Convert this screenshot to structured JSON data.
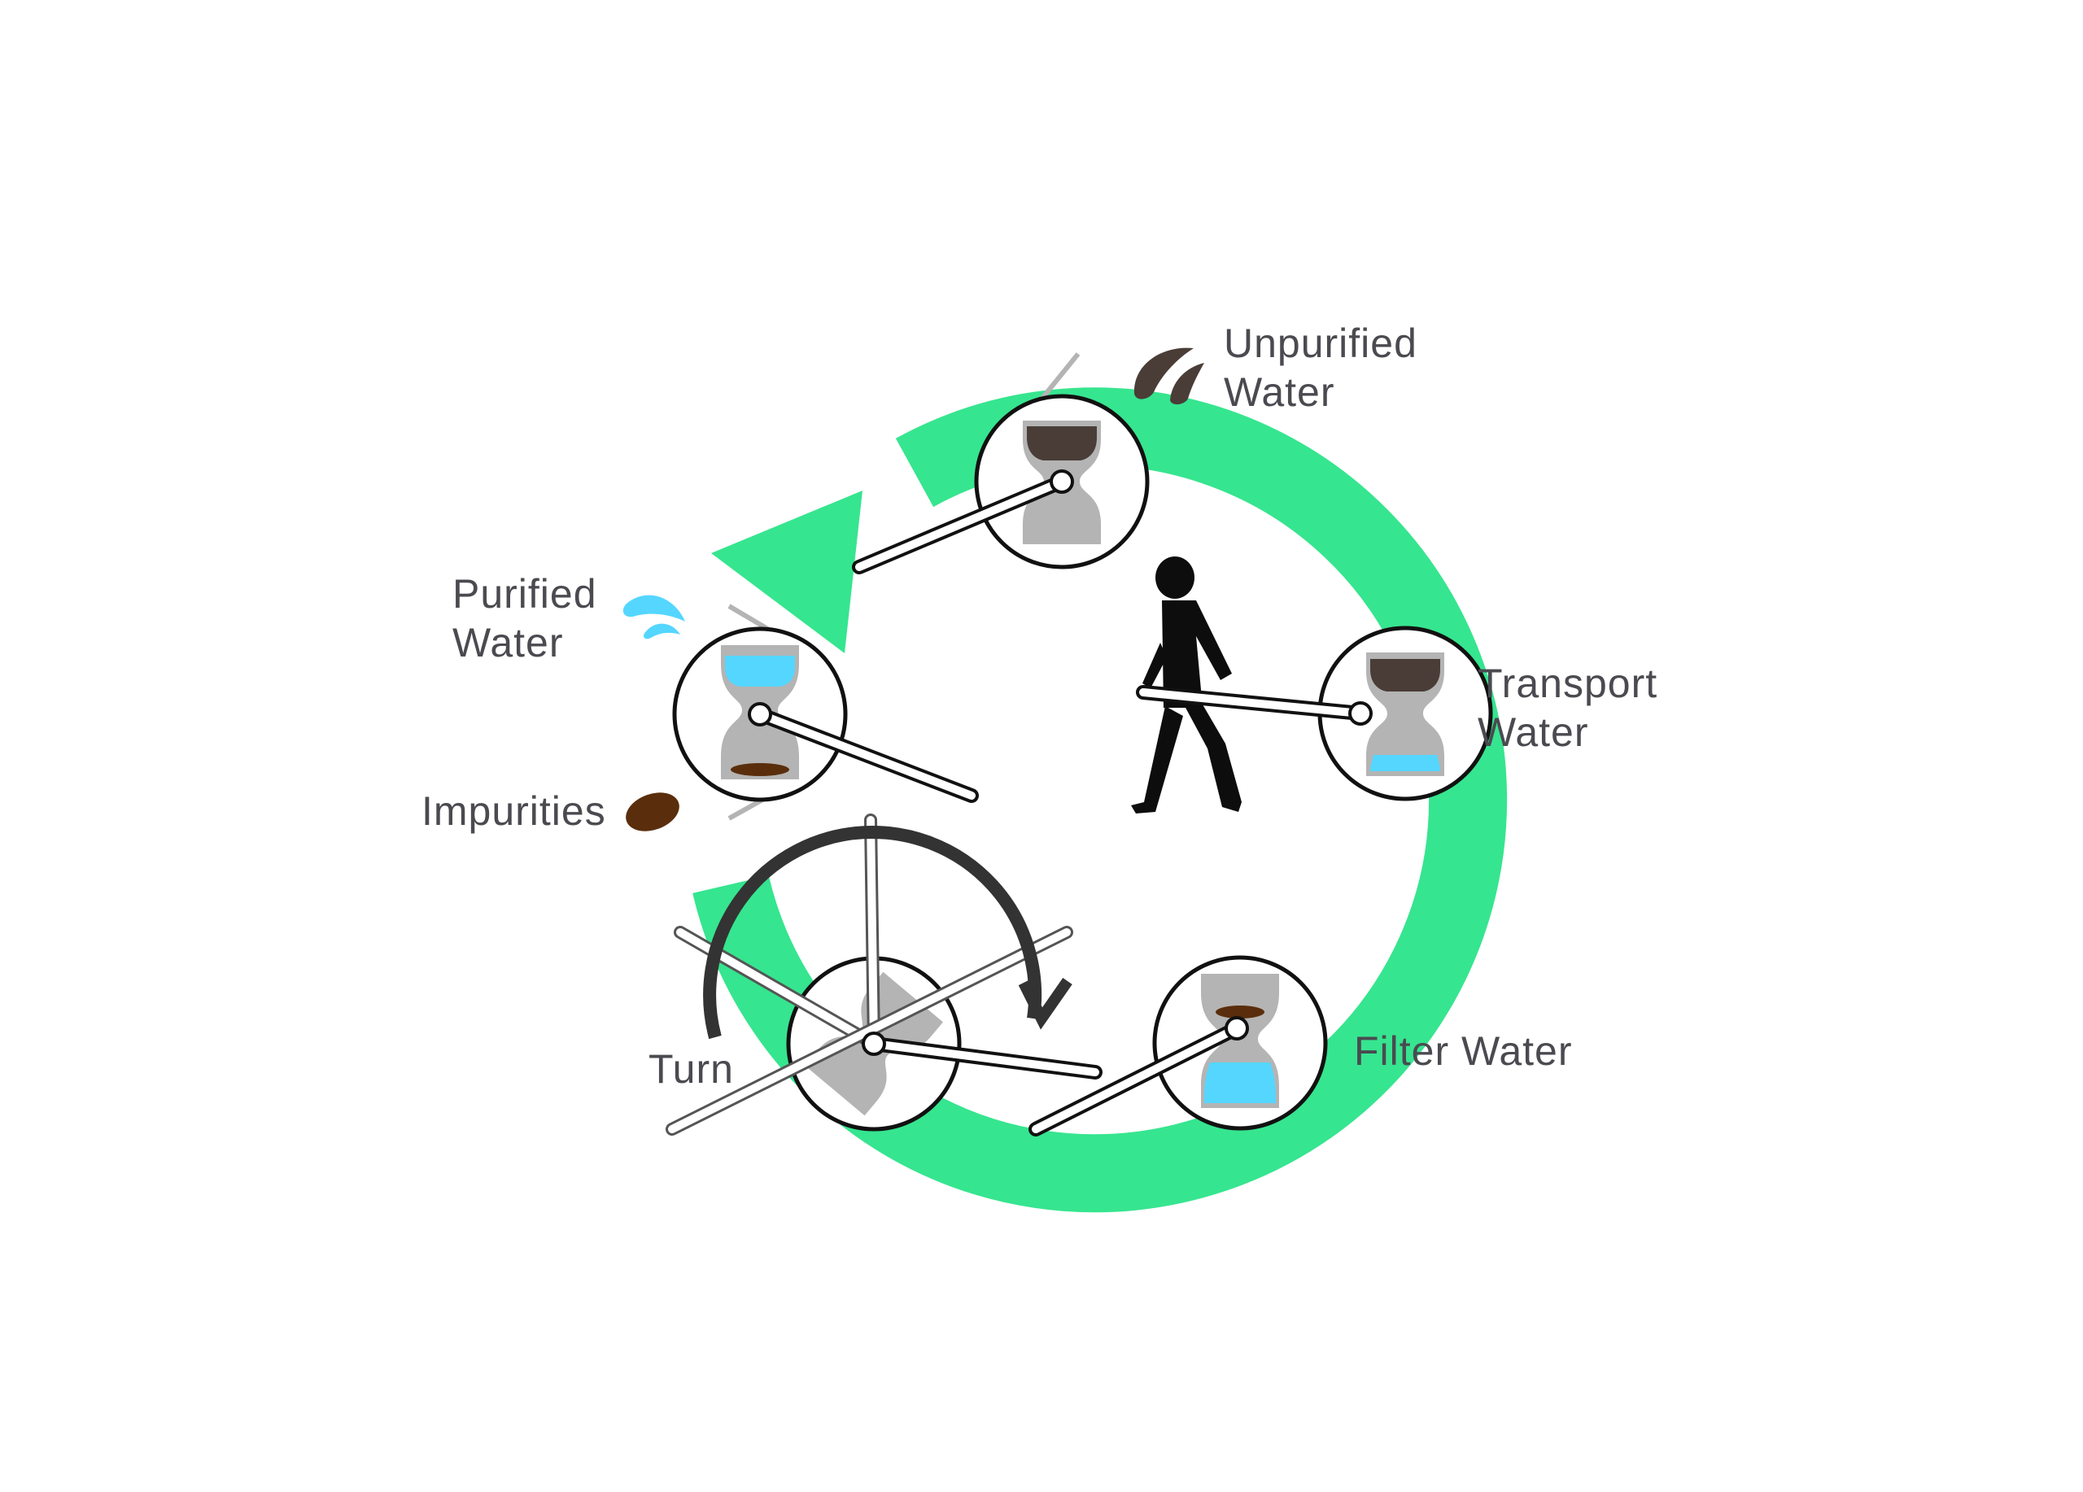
{
  "labels": {
    "unpurified": [
      "Unpurified",
      "Water"
    ],
    "transport": [
      "Transport",
      "Water"
    ],
    "filter": "Filter Water",
    "turn": "Turn",
    "purified": [
      "Purified",
      "Water"
    ],
    "impurities": "Impurities"
  },
  "colors": {
    "cycle_green": "#36e58f",
    "dirty_water": "#4a3d37",
    "clean_water": "#54d6ff",
    "sediment": "#5a2e0c",
    "vessel_gray": "#b4b4b4",
    "turn_arrow": "#333333",
    "walker": "#0d0d0d"
  },
  "icons": [
    "walking-person-icon",
    "water-drop-icon",
    "impurity-blob-icon",
    "rotation-arrow-icon"
  ]
}
